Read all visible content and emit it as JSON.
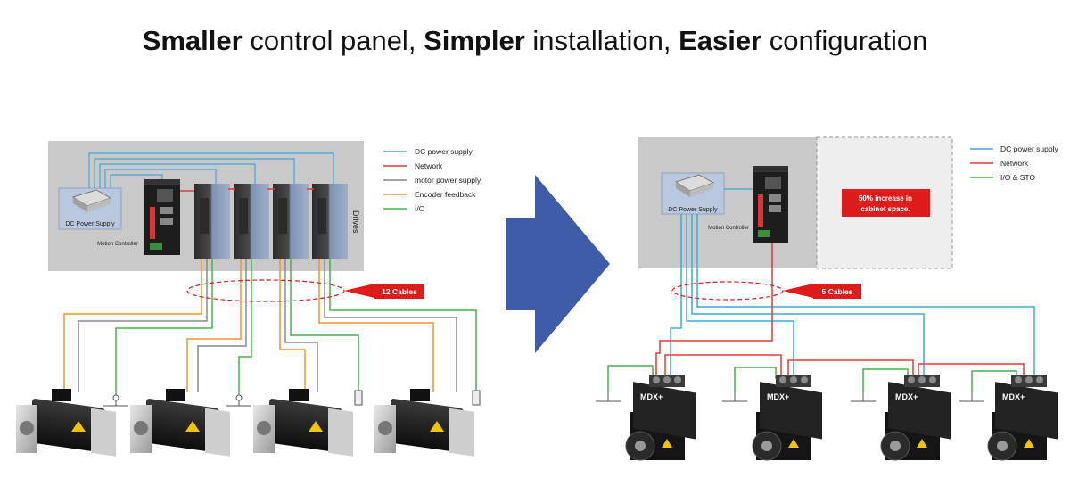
{
  "title": {
    "part1_bold": "Smaller",
    "part1_rest": " control panel, ",
    "part2_bold": "Simpler",
    "part2_rest": " installation, ",
    "part3_bold": "Easier",
    "part3_rest": " configuration"
  },
  "colors": {
    "dc_power": "#3fa9dc",
    "network": "#e53935",
    "motor_power": "#8a8a8a",
    "encoder": "#f0952f",
    "io": "#46b34a",
    "panel": "#c9c9c9",
    "arrow": "#3e5ca8",
    "callout": "#e01b1b"
  },
  "left": {
    "legend": [
      {
        "label": "DC power supply",
        "color": "#3fa9dc"
      },
      {
        "label": "Network",
        "color": "#e53935"
      },
      {
        "label": "motor power supply",
        "color": "#8a8a8a"
      },
      {
        "label": "Encoder feedback",
        "color": "#f0952f"
      },
      {
        "label": "I/O",
        "color": "#46b34a"
      }
    ],
    "dc_supply_label": "DC Power Supply",
    "controller_label": "Motion Controller",
    "drives_label": "Drives",
    "cables_callout": "12 Cables"
  },
  "right": {
    "legend": [
      {
        "label": "DC power supply",
        "color": "#3fa9dc"
      },
      {
        "label": "Network",
        "color": "#e53935"
      },
      {
        "label": "I/O & STO",
        "color": "#46b34a"
      }
    ],
    "dc_supply_label": "DC Power Supply",
    "controller_label": "Motion Controller",
    "space_callout_line1": "50% increase in",
    "space_callout_line2": "cabinet space.",
    "cables_callout": "5 Cables",
    "motor_brand": "MDX+"
  }
}
